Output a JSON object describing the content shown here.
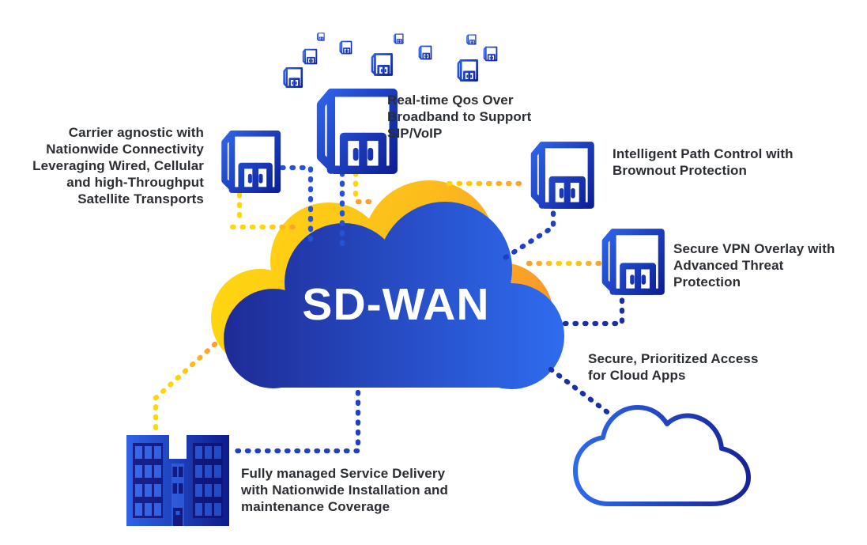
{
  "title": "SD-WAN",
  "labels": {
    "carrier": "Carrier agnostic with\nNationwide Connectivity\nLeveraging Wired, Cellular\nand high-Throughput\nSatellite Transports",
    "realtime_qos": "Real-time Qos Over\nBroadband to Support\nSIP/VoIP",
    "path_control": "Intelligent Path Control with\nBrownout Protection",
    "vpn_overlay": "Secure VPN Overlay with\nAdvanced Threat\nProtection",
    "cloud_apps": "Secure, Prioritized Access\nfor Cloud Apps",
    "managed_service": "Fully managed Service Delivery\nwith Nationwide Installation and\nmaintenance Coverage"
  },
  "icons": {
    "center_cloud": "sdwan-cloud-icon",
    "backdrop_cloud": "yellow-cloud-icon",
    "edge_device": "edge-device-icon",
    "office_site": "office-buildings-icon",
    "cloud_apps_outline": "cloud-outline-icon"
  },
  "colors": {
    "cloud_blue_start": "#1e2b96",
    "cloud_blue_end": "#2f6cf0",
    "cloud_yellow_start": "#ffd90f",
    "cloud_yellow_end": "#f8952e",
    "device_blue_start": "#2f62e8",
    "device_blue_end": "#0c1e96",
    "dot_blue": "#1f3fc4",
    "dot_yellow": "#ffd60a",
    "dot_orange": "#ff9d2e",
    "label_text": "#2b2e33",
    "title_text": "#ffffff"
  }
}
